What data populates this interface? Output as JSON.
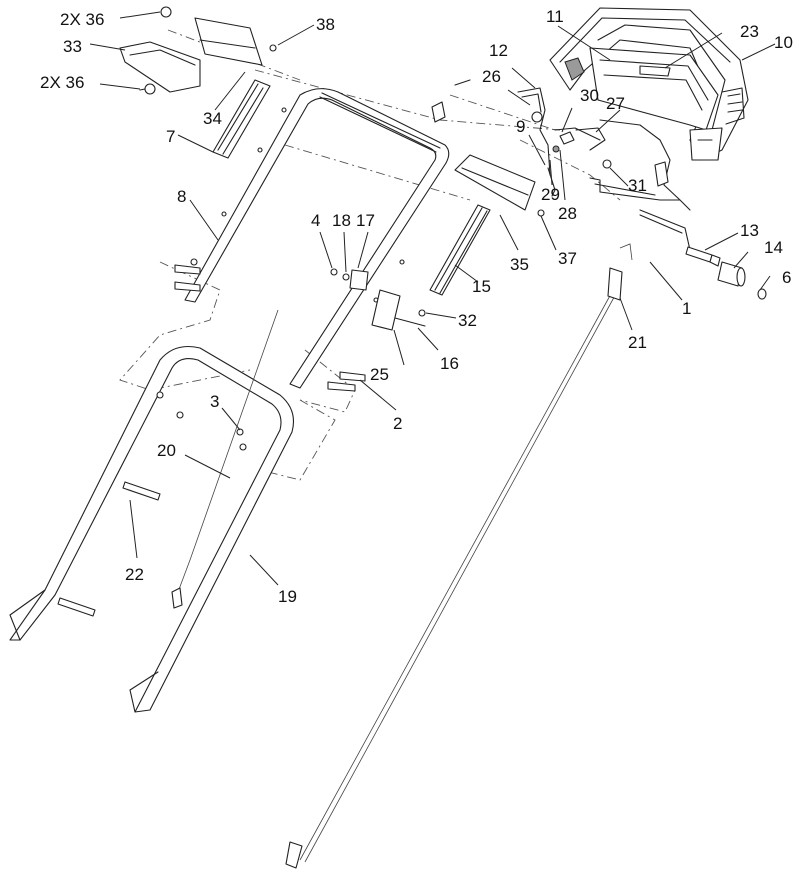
{
  "callouts": [
    {
      "id": "c-2x36-top",
      "text": "2X 36"
    },
    {
      "id": "c-38",
      "text": "38"
    },
    {
      "id": "c-33",
      "text": "33"
    },
    {
      "id": "c-2x36-mid",
      "text": "2X 36"
    },
    {
      "id": "c-34",
      "text": "34"
    },
    {
      "id": "c-7",
      "text": "7"
    },
    {
      "id": "c-8",
      "text": "8"
    },
    {
      "id": "c-11",
      "text": "11"
    },
    {
      "id": "c-23",
      "text": "23"
    },
    {
      "id": "c-10",
      "text": "10"
    },
    {
      "id": "c-12",
      "text": "12"
    },
    {
      "id": "c-26",
      "text": "26"
    },
    {
      "id": "c-30",
      "text": "30"
    },
    {
      "id": "c-27",
      "text": "27"
    },
    {
      "id": "c-9",
      "text": "9"
    },
    {
      "id": "c-29",
      "text": "29"
    },
    {
      "id": "c-28",
      "text": "28"
    },
    {
      "id": "c-31",
      "text": "31"
    },
    {
      "id": "c-37",
      "text": "37"
    },
    {
      "id": "c-35",
      "text": "35"
    },
    {
      "id": "c-15",
      "text": "15"
    },
    {
      "id": "c-13",
      "text": "13"
    },
    {
      "id": "c-14",
      "text": "14"
    },
    {
      "id": "c-6",
      "text": "6"
    },
    {
      "id": "c-1",
      "text": "1"
    },
    {
      "id": "c-21",
      "text": "21"
    },
    {
      "id": "c-4",
      "text": "4"
    },
    {
      "id": "c-18",
      "text": "18"
    },
    {
      "id": "c-17",
      "text": "17"
    },
    {
      "id": "c-32",
      "text": "32"
    },
    {
      "id": "c-16",
      "text": "16"
    },
    {
      "id": "c-25",
      "text": "25"
    },
    {
      "id": "c-2",
      "text": "2"
    },
    {
      "id": "c-3",
      "text": "3"
    },
    {
      "id": "c-20",
      "text": "20"
    },
    {
      "id": "c-22",
      "text": "22"
    },
    {
      "id": "c-19",
      "text": "19"
    }
  ]
}
